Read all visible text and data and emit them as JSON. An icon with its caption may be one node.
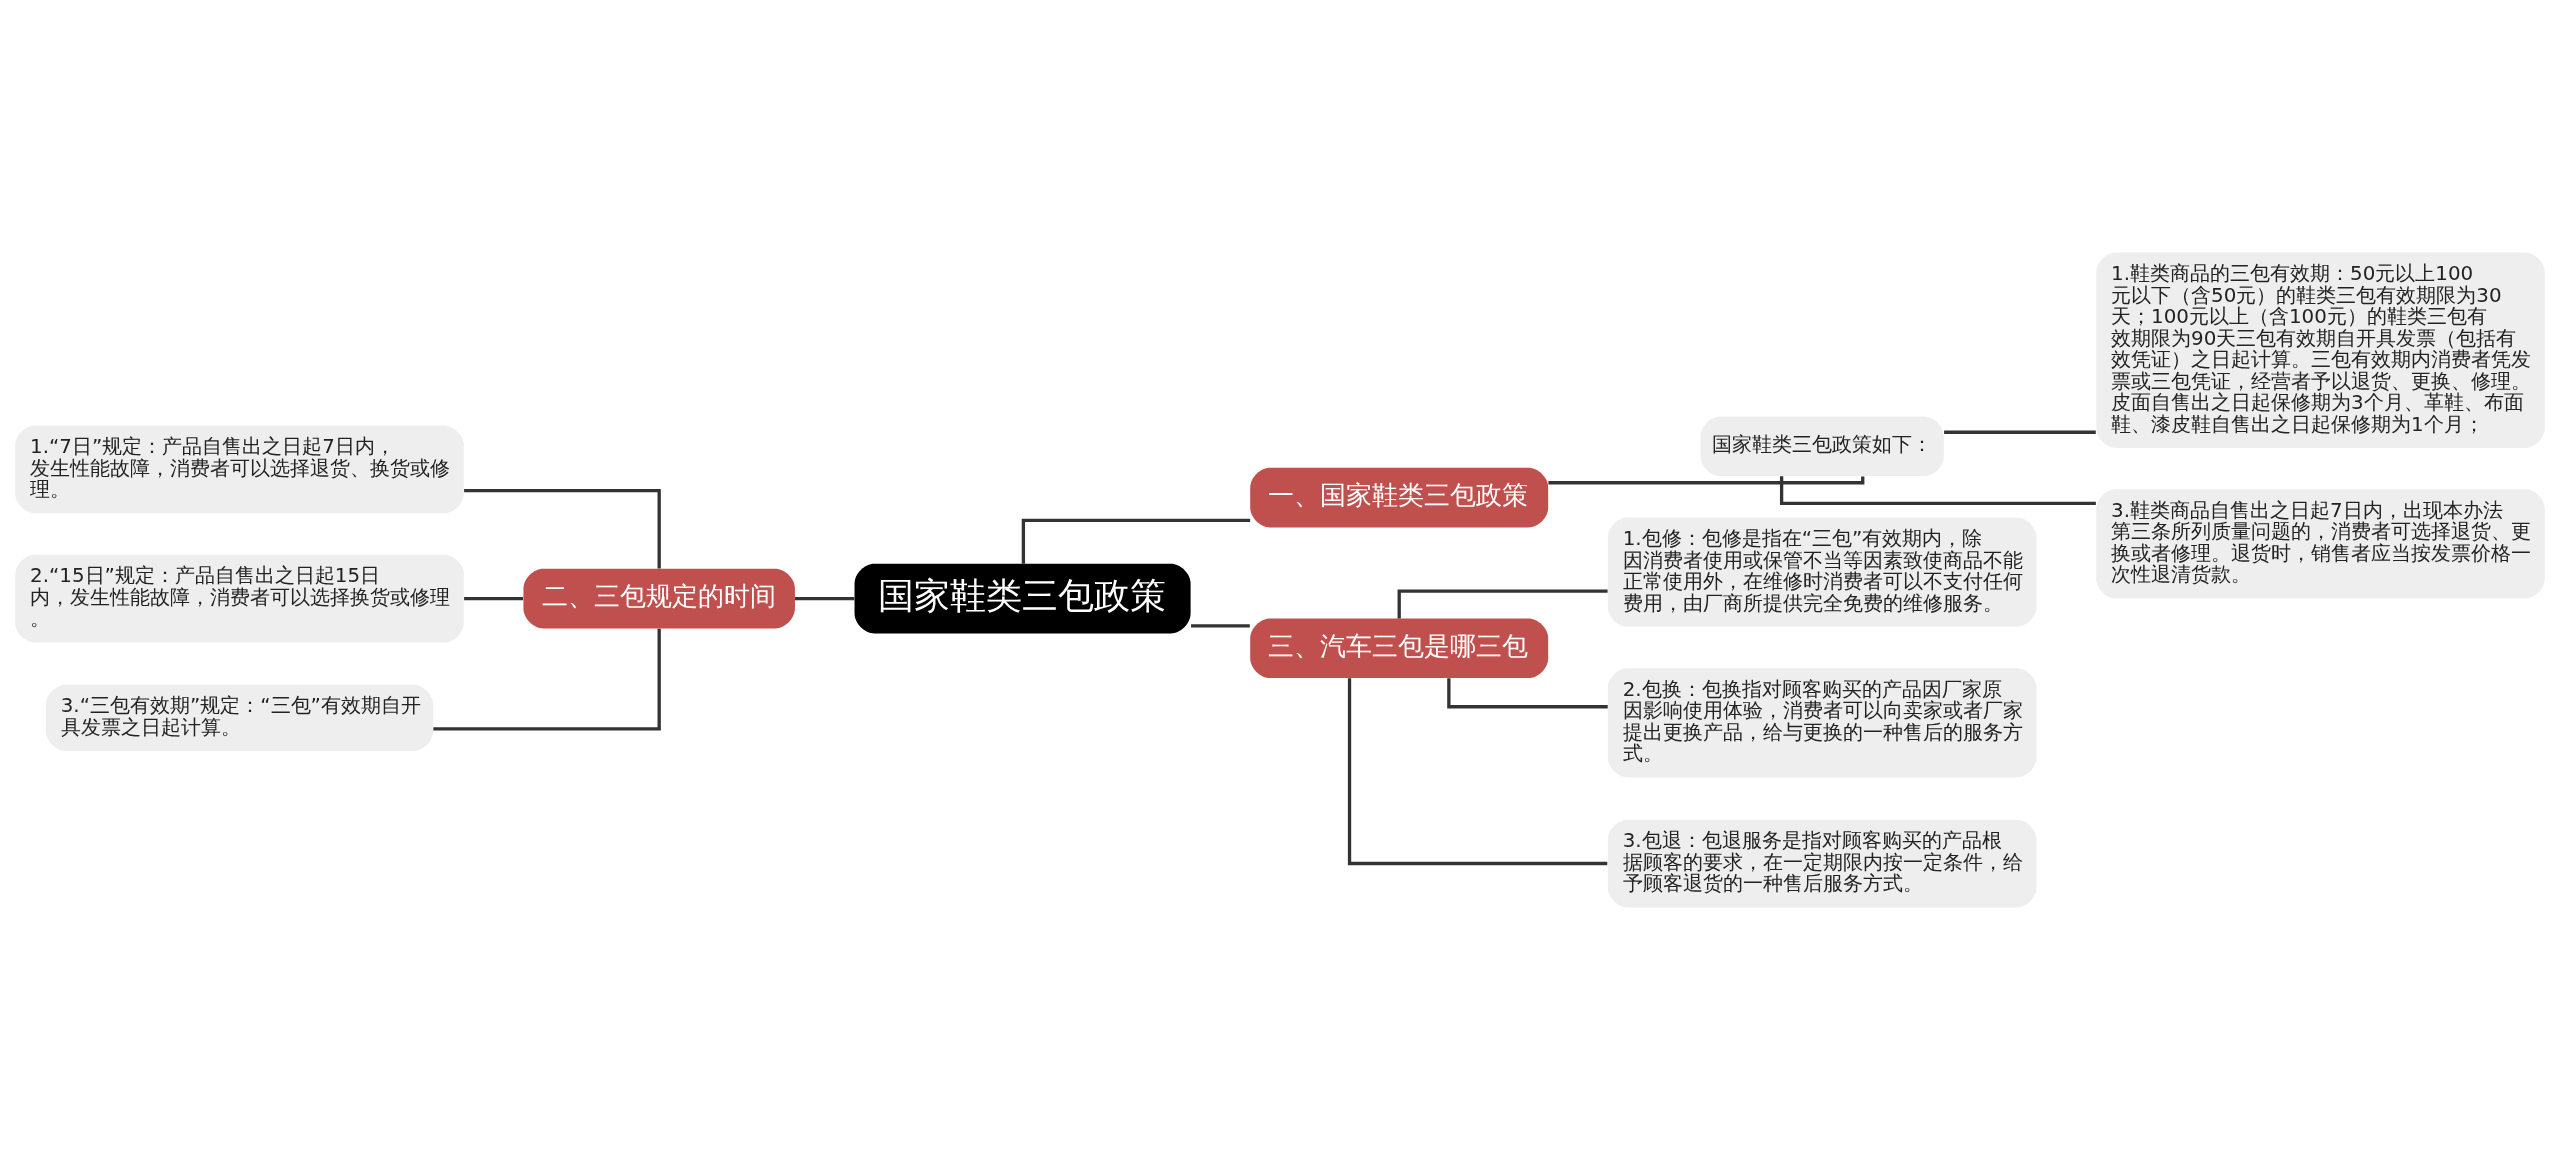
{
  "diagram": {
    "nodes": [
      {
        "text": [
          "国家鞋类三包政策"
        ]
      },
      {
        "text": [
          "一、国家鞋类三包政策"
        ]
      },
      {
        "text": [
          "国家鞋类三包政策如下："
        ]
      },
      {
        "text": [
          "1.鞋类商品的三包有效期：50元以上100元以下（含50元）的鞋类三包有效期限为30天；100元以上（含100元）的鞋类三包有效期限为90天三包有效期自开具发票（包括有效凭证）之日起计算。三包有效期内消费者凭发票或三包凭证，经营者予以退货、更换、修理。皮面自售出之日起保修期为3个月、革鞋、布面鞋、漆皮鞋自售出之日起保修期为1个月；"
        ]
      },
      {
        "text": [
          "3.鞋类商品自售出之日起7日内，出现本办法第三条所列质量问题的，消费者可选择退货、更换或者修理。退货时，销售者应当按发票价格一次性退清货款。"
        ]
      },
      {
        "text": [
          "二、三包规定的时间"
        ]
      },
      {
        "text": [
          "1.“7日”规定：产品自售出之日起7日内，发生性能故障，消费者可以选择退货、换货或修理。"
        ]
      },
      {
        "text": [
          "2.“15日”规定：产品自售出之日起15日内，发生性能故障，消费者可以选择换货或修理。"
        ]
      },
      {
        "text": [
          "3.“三包有效期”规定：“三包”有效期自开具发票之日起计算。"
        ]
      },
      {
        "text": [
          "三、汽车三包是哪三包"
        ]
      },
      {
        "text": [
          "1.包修：包修是指在“三包”有效期内，除因消费者使用或保管不当等因素致使商品不能正常使用外，在维修时消费者可以不支付任何费用，由厂商所提供完全免费的维修服务。"
        ]
      },
      {
        "text": [
          "2.包换：包换指对顾客购买的产品因厂家原因影响使用体验，消费者可以向卖家或者厂家提出更换产品，给与更换的一种售后的服务方式。"
        ]
      },
      {
        "text": [
          "3.包退：包退服务是指对顾客购买的产品根据顾客的要求，在一定期限内按一定条件，给予顾客退货的一种售后服务方式。"
        ]
      }
    ],
    "edges": [
      {
        "from": 0,
        "to": 1,
        "arrow": "none"
      },
      {
        "from": 1,
        "to": 2,
        "arrow": "none"
      },
      {
        "from": 2,
        "to": 3,
        "arrow": "none"
      },
      {
        "from": 2,
        "to": 4,
        "arrow": "none"
      },
      {
        "from": 0,
        "to": 5,
        "arrow": "none"
      },
      {
        "from": 5,
        "to": 6,
        "arrow": "none"
      },
      {
        "from": 5,
        "to": 7,
        "arrow": "none"
      },
      {
        "from": 5,
        "to": 8,
        "arrow": "none"
      },
      {
        "from": 0,
        "to": 9,
        "arrow": "none"
      },
      {
        "from": 9,
        "to": 10,
        "arrow": "none"
      },
      {
        "from": 9,
        "to": 11,
        "arrow": "none"
      },
      {
        "from": 9,
        "to": 12,
        "arrow": "none"
      }
    ]
  }
}
